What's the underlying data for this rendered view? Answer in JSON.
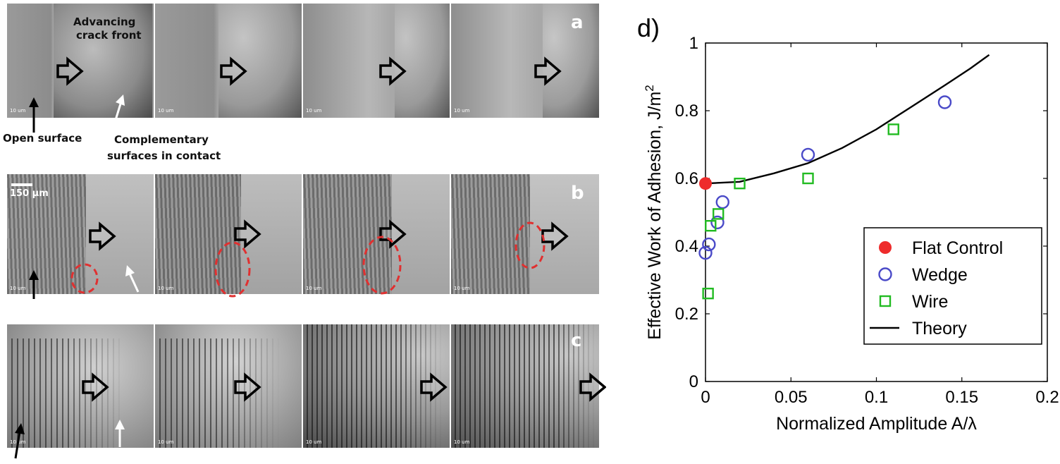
{
  "micrographs": {
    "row_a": {
      "letter": "a",
      "labels": {
        "crack_front": [
          "Advancing",
          "crack front"
        ],
        "open_surface": "Open surface",
        "complementary": [
          "Complementary",
          "surfaces in contact"
        ]
      },
      "scale_text": "10 um"
    },
    "row_b": {
      "letter": "b",
      "scale_bar": "150 µm",
      "scale_text": "10 um"
    },
    "row_c": {
      "letter": "c",
      "scale_text": "10 um"
    }
  },
  "chart_data": {
    "type": "scatter",
    "panel_label": "d)",
    "xlabel": "Normalized Amplitude A/λ",
    "ylabel": "Effective Work of Adhesion, J/m",
    "ylabel_superscript": "2",
    "xlim": [
      0,
      0.2
    ],
    "ylim": [
      0,
      1
    ],
    "xticks": [
      0,
      0.05,
      0.1,
      0.15,
      0.2
    ],
    "xtick_labels": [
      "0",
      "0.05",
      "0.1",
      "0.15",
      "0.2"
    ],
    "yticks": [
      0,
      0.2,
      0.4,
      0.6,
      0.8,
      1
    ],
    "ytick_labels": [
      "0",
      "0.2",
      "0.4",
      "0.6",
      "0.8",
      "1"
    ],
    "legend_position": "center-right",
    "series": [
      {
        "name": "Flat Control",
        "marker": "filled-circle",
        "color": "#ee2b2b",
        "points": [
          [
            0,
            0.585
          ]
        ]
      },
      {
        "name": "Wedge",
        "marker": "open-circle",
        "color": "#4a4ac8",
        "points": [
          [
            0,
            0.38
          ],
          [
            0.002,
            0.405
          ],
          [
            0.007,
            0.47
          ],
          [
            0.01,
            0.53
          ],
          [
            0.06,
            0.67
          ],
          [
            0.14,
            0.825
          ]
        ]
      },
      {
        "name": "Wire",
        "marker": "open-square",
        "color": "#22bb22",
        "points": [
          [
            0.0015,
            0.26
          ],
          [
            0.003,
            0.46
          ],
          [
            0.0075,
            0.495
          ],
          [
            0.02,
            0.585
          ],
          [
            0.06,
            0.6
          ],
          [
            0.11,
            0.745
          ]
        ]
      },
      {
        "name": "Theory",
        "marker": "line",
        "color": "#000000",
        "points": [
          [
            0,
            0.585
          ],
          [
            0.02,
            0.59
          ],
          [
            0.04,
            0.615
          ],
          [
            0.06,
            0.645
          ],
          [
            0.08,
            0.69
          ],
          [
            0.1,
            0.745
          ],
          [
            0.12,
            0.81
          ],
          [
            0.14,
            0.875
          ],
          [
            0.155,
            0.925
          ],
          [
            0.166,
            0.965
          ]
        ]
      }
    ]
  }
}
